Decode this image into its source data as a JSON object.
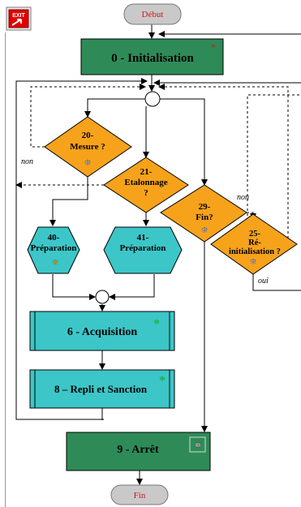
{
  "toolbar": {
    "exit_label": "EXIT"
  },
  "colors": {
    "init_fill": "#2e8b57",
    "decision_fill": "#f7a21b",
    "process_fill": "#3cc6c8",
    "terminal_fill": "#c9c9c9",
    "star_green": "#22b14c",
    "star_red": "#e01010",
    "star_white": "#ffffff",
    "star_yellow": "#ffe000",
    "terminal_text": "#d41515"
  },
  "nodes": {
    "debut": "Début",
    "init": "0 - Initialisation",
    "mesure": [
      "20-",
      "Mesure ?"
    ],
    "etalonnage": [
      "21-",
      "Etalonnage",
      "?"
    ],
    "fin_q": [
      "29-",
      "Fin?"
    ],
    "reinit": [
      "25-",
      "Ré-",
      "initialisation ?"
    ],
    "prep40": [
      "40-",
      "Préparation"
    ],
    "prep41": [
      "41-",
      "Préparation"
    ],
    "acquisition": "6 - Acquisition",
    "repli": "8 – Repli et Sanction",
    "arret": "9 - Arrêt",
    "fin": "Fin"
  },
  "edge_labels": {
    "non_left": "non",
    "non_right": "non",
    "oui": "oui"
  }
}
